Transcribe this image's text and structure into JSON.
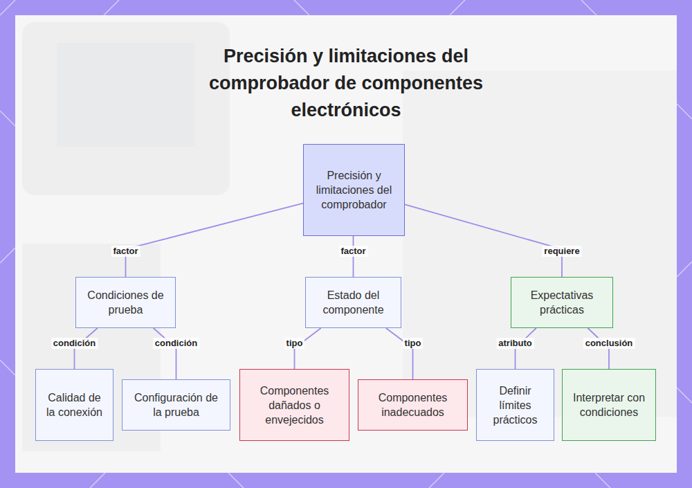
{
  "diagram": {
    "title": "Precisión y limitaciones del comprobador de componentes electrónicos",
    "nodes": [
      {
        "text": [
          "Precisión y limitaciones del comprobador"
        ]
      },
      {
        "text": [
          "Condiciones de prueba"
        ]
      },
      {
        "text": [
          "Estado del componente"
        ]
      },
      {
        "text": [
          "Expectativas prácticas"
        ]
      },
      {
        "text": [
          "Calidad de la conexión"
        ]
      },
      {
        "text": [
          "Configuración de la prueba"
        ]
      },
      {
        "text": [
          "Componentes dañados o envejecidos"
        ]
      },
      {
        "text": [
          "Componentes inadecuados"
        ]
      },
      {
        "text": [
          "Definir límites prácticos"
        ]
      },
      {
        "text": [
          "Interpretar con condiciones"
        ]
      }
    ],
    "edges": [
      {
        "from": 0,
        "to": 1,
        "label": "factor",
        "arrow": "none"
      },
      {
        "from": 0,
        "to": 2,
        "label": "factor",
        "arrow": "none"
      },
      {
        "from": 0,
        "to": 3,
        "label": "requiere",
        "arrow": "none"
      },
      {
        "from": 1,
        "to": 4,
        "label": "condición",
        "arrow": "none"
      },
      {
        "from": 1,
        "to": 5,
        "label": "condición",
        "arrow": "none"
      },
      {
        "from": 2,
        "to": 6,
        "label": "tipo",
        "arrow": "none"
      },
      {
        "from": 2,
        "to": 7,
        "label": "tipo",
        "arrow": "none"
      },
      {
        "from": 3,
        "to": 8,
        "label": "atributo",
        "arrow": "none"
      },
      {
        "from": 3,
        "to": 9,
        "label": "conclusión",
        "arrow": "none"
      }
    ]
  }
}
